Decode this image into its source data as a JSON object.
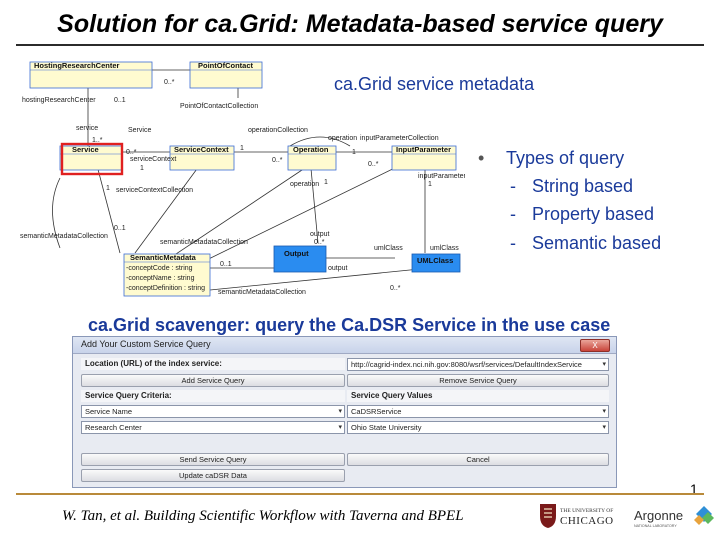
{
  "slide": {
    "title": "Solution for ca.Grid: Metadata-based service query",
    "metadata_label": "ca.Grid service metadata",
    "types_heading": "Types of query",
    "types": [
      "String based",
      "Property based",
      "Semantic based"
    ],
    "scavenger_label": "ca.Grid scavenger: query the Ca.DSR Service in the use case",
    "page_number": "1",
    "footer": "W. Tan, et al. Building Scientific Workflow with Taverna and BPEL"
  },
  "uml": {
    "classes": {
      "hosting": "HostingResearchCenter",
      "poc": "PointOfContact",
      "service": "Service",
      "service_context": "ServiceContext",
      "operation": "Operation",
      "input_parameter": "InputParameter",
      "semantic_metadata": "SemanticMetadata",
      "output": "Output",
      "uml_class": "UMLClass"
    },
    "semantic_attributes": [
      "-conceptCode : string",
      "-conceptName : string",
      "-conceptDefinition : string"
    ],
    "labels": {
      "hosting_role": "hostingResearchCenter",
      "poc_collection": "PointOfContactCollection",
      "service_role": "service",
      "service_role2": "Service",
      "op_collection": "operationCollection",
      "op_role": "operation",
      "input_param_collection": "inputParameterCollection",
      "service_context_role": "serviceContext",
      "operation_role2": "operation",
      "input_param_role": "inputParameter",
      "sc_collection": "serviceContextCollection",
      "sm_collection": "semanticMetadataCollection",
      "sm_collection2": "semanticMetadataCollection",
      "output_role": "output",
      "umlclass_role": "umlClass",
      "umlclass_role2": "umlClass",
      "sm_collection3": "semanticMetadataCollection",
      "output_lower": "output"
    },
    "multiplicities": {
      "m1": "0..*",
      "m2": "0..1",
      "m3": "1..*",
      "m4": "0..*",
      "m5": "1",
      "m6": "0..*",
      "m7": "1",
      "m8": "0..*",
      "m9": "1",
      "m10": "1",
      "m11": "0..1",
      "m12": "1",
      "m13": "0..*",
      "m14": "1",
      "m15": "0..1",
      "m16": "0..*"
    }
  },
  "dialog": {
    "title": "Add Your Custom Service Query",
    "close": "X",
    "location_label": "Location (URL) of the index service:",
    "location_value": "http://cagrid-index.nci.nih.gov:8080/wsrf/services/DefaultIndexService",
    "add_query": "Add Service Query",
    "remove_query": "Remove Service Query",
    "criteria_label": "Service Query Criteria:",
    "values_label": "Service Query Values",
    "criteria_rows": [
      "Service Name",
      "Research Center"
    ],
    "value_rows": [
      "CaDSRService",
      "Ohio State University"
    ],
    "send_query": "Send Service Query",
    "cancel": "Cancel",
    "update": "Update caDSR Data"
  },
  "logos": {
    "uchicago_top": "THE UNIVERSITY OF",
    "uchicago_main": "CHICAGO",
    "argonne": "Argonne",
    "argonne_sub": "NATIONAL LABORATORY"
  },
  "colors": {
    "accent_blue": "#1a3a9a",
    "uml_yellow": "#fffbd0",
    "uml_blue": "#2a8cf0",
    "highlight_red": "#e02020",
    "footer_rule": "#b98a3a"
  }
}
